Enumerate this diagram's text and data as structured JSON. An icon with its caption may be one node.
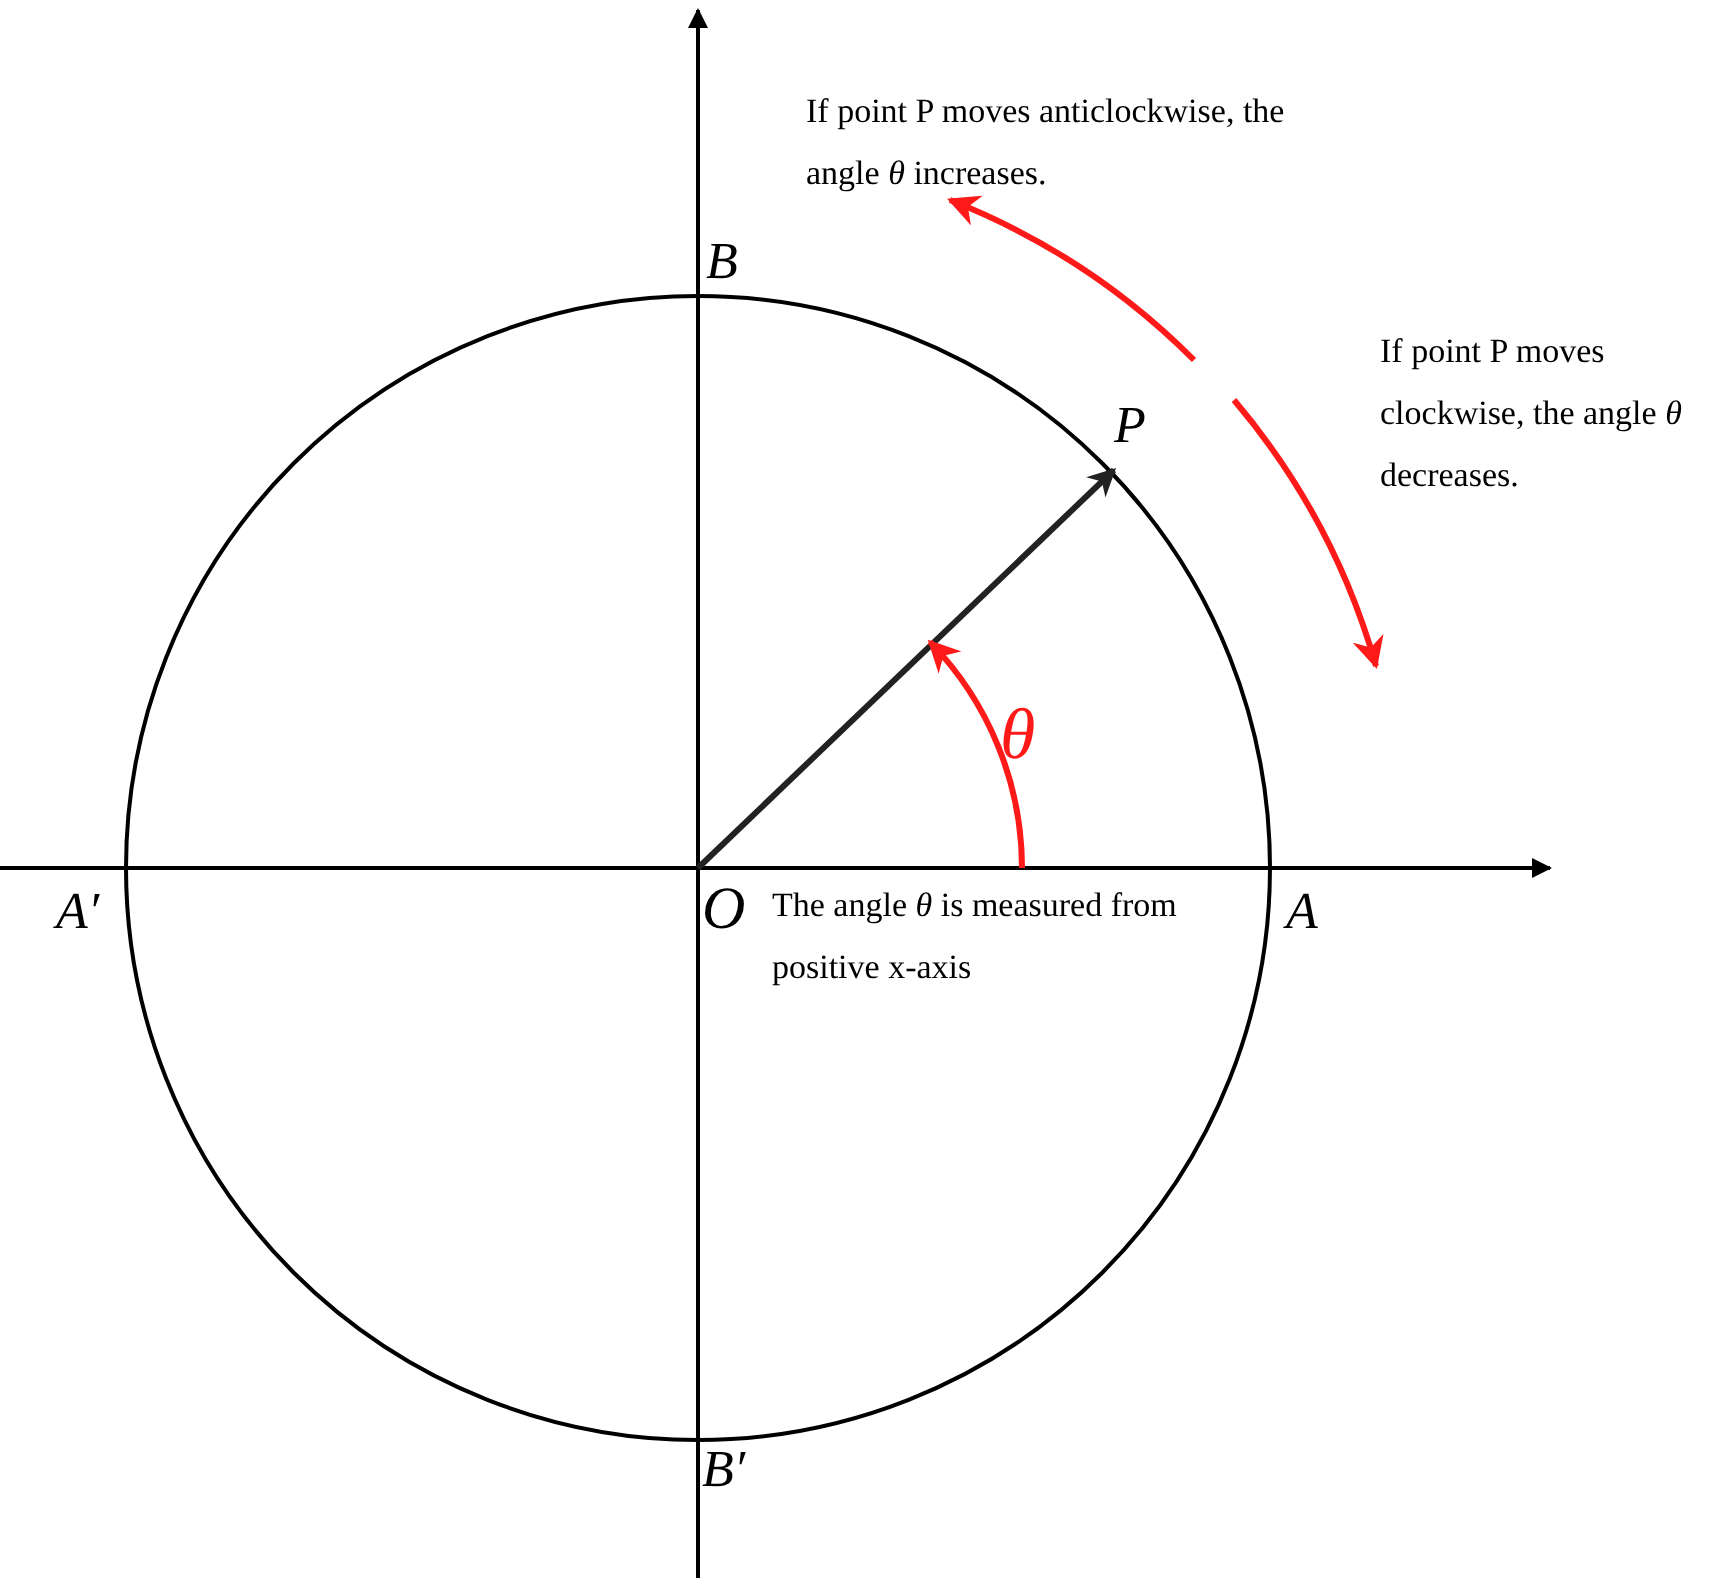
{
  "diagram": {
    "labels": [
      "If point P moves anticlockwise, the angle *θ* increases.",
      "B",
      "P",
      "If point P moves clockwise, the angle *θ* decreases.",
      "θ",
      "A′",
      "O",
      "The angle *θ* is measured from positive x-axis",
      "A",
      "B′"
    ]
  }
}
